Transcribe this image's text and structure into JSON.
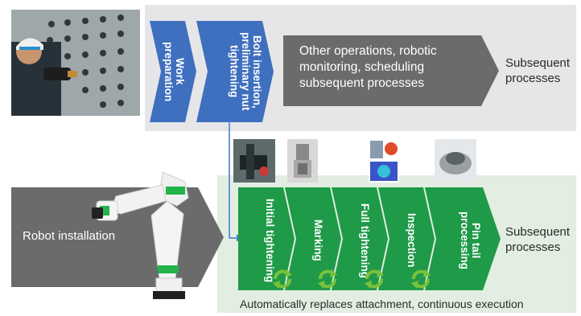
{
  "top_flow": {
    "steps": [
      {
        "label": "Work preparation"
      },
      {
        "label": "Bolt insertion, preliminary nut tightening"
      }
    ],
    "other_ops": "Other operations, robotic monitoring, scheduling subsequent processes",
    "subsequent": "Subsequent processes"
  },
  "bottom_flow": {
    "robot_installation": "Robot installation",
    "steps": [
      {
        "label": "Initial tightening"
      },
      {
        "label": "Marking"
      },
      {
        "label": "Full tightening"
      },
      {
        "label": "Inspection"
      },
      {
        "label": "Pin tail processing"
      }
    ],
    "subsequent": "Subsequent processes",
    "caption": "Automatically replaces attachment, continuous execution"
  },
  "colors": {
    "blue": "#3f6fbf",
    "gray_arrow": "#6b6b6b",
    "green": "#1f9a48",
    "cycle_green": "#79c23a"
  },
  "icons": [
    "worker-photo",
    "robot-arm",
    "tool-photo",
    "cycle-arrow-icon"
  ]
}
